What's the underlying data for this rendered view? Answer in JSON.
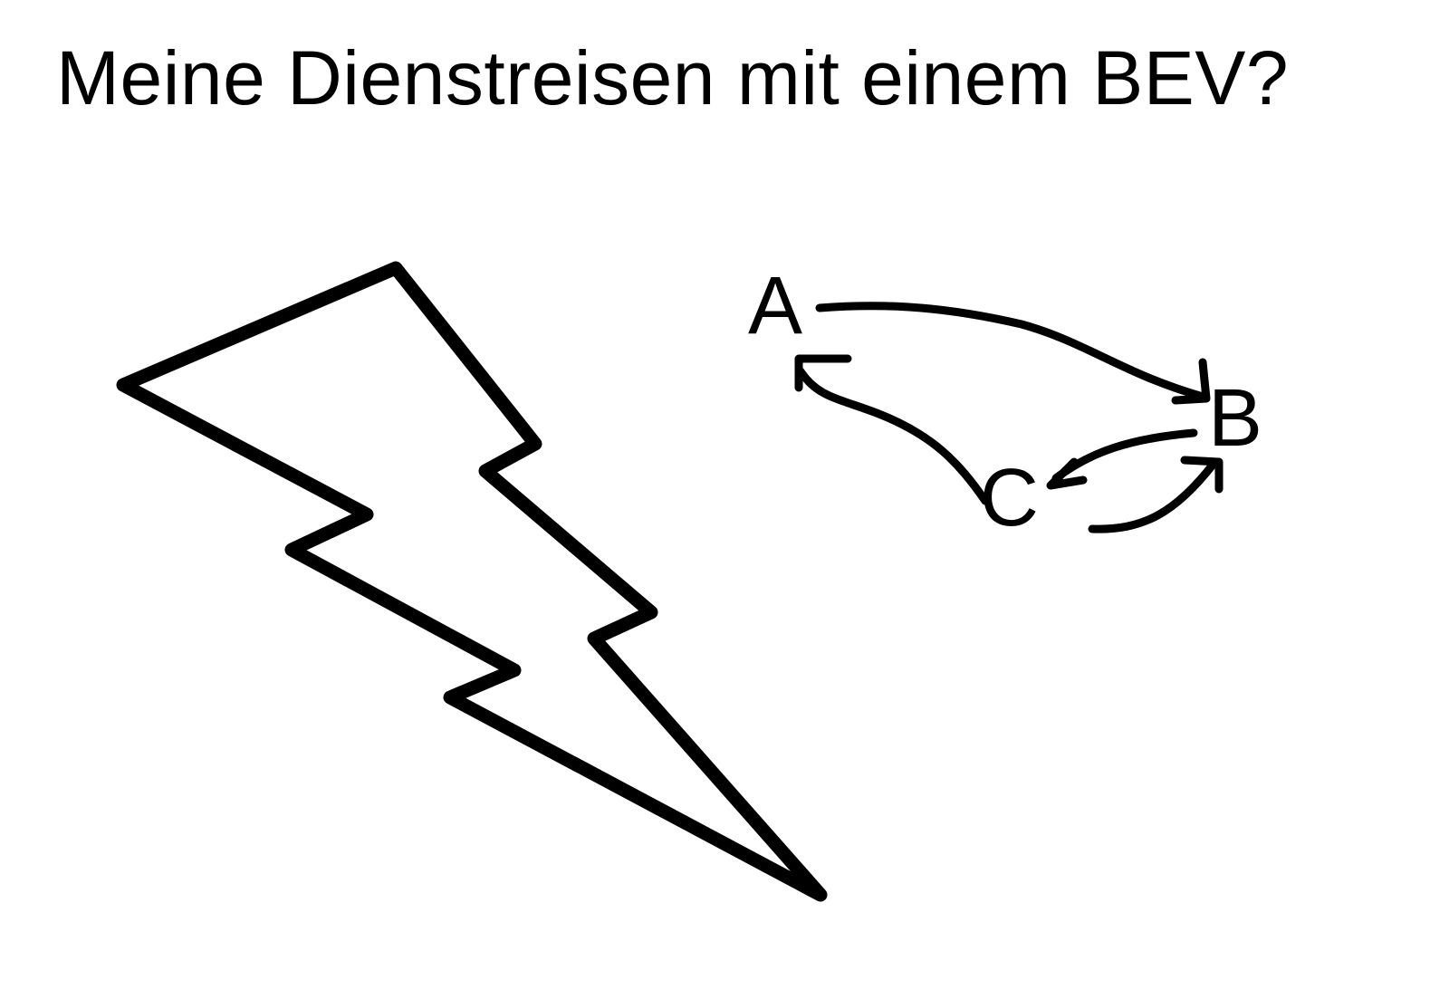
{
  "title": "Meine Dienstreisen mit einem BEV?",
  "diagram": {
    "icon": "lightning-bolt-icon",
    "nodes": [
      {
        "id": "A",
        "label": "A"
      },
      {
        "id": "B",
        "label": "B"
      },
      {
        "id": "C",
        "label": "C"
      }
    ],
    "edges": [
      {
        "from": "A",
        "to": "B"
      },
      {
        "from": "B",
        "to": "C"
      },
      {
        "from": "C",
        "to": "B"
      },
      {
        "from": "C",
        "to": "A"
      }
    ],
    "colors": {
      "ink": "#000000",
      "background": "#ffffff"
    }
  }
}
